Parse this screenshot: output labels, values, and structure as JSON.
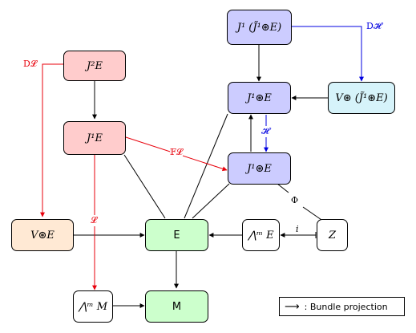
{
  "nodes": {
    "j2e": "J²E",
    "j1e": "J¹E",
    "vstar_e": "V⊛E",
    "e": "E",
    "m": "M",
    "wedge_m": "⋀ᵐ M",
    "j1_jstar": "J¹ (J̃¹⊛E)",
    "jstar_top": "J¹⊛E",
    "v_jstar": "V⊛ (J̃¹⊛E)",
    "jstar_mid": "J¹⊛E",
    "wedge_e": "⋀ᵐ E",
    "z": "Z"
  },
  "labels": {
    "d_l": "D𝓛",
    "d_h": "D𝓗",
    "fl": "𝔽𝓛",
    "l": "𝓛",
    "h": "𝓗",
    "phi": "Φ",
    "i": "i"
  },
  "legend": {
    "arrow": "⟶",
    "text": ": Bundle projection"
  },
  "colors": {
    "red_node": "#ffcccc",
    "blue_node": "#ccccff",
    "cyan_node": "#d6f3fa",
    "orange_node": "#ffe9d4",
    "green_node": "#ccffcc",
    "red_arrow": "#e8000b",
    "blue_arrow": "#0000e0"
  }
}
